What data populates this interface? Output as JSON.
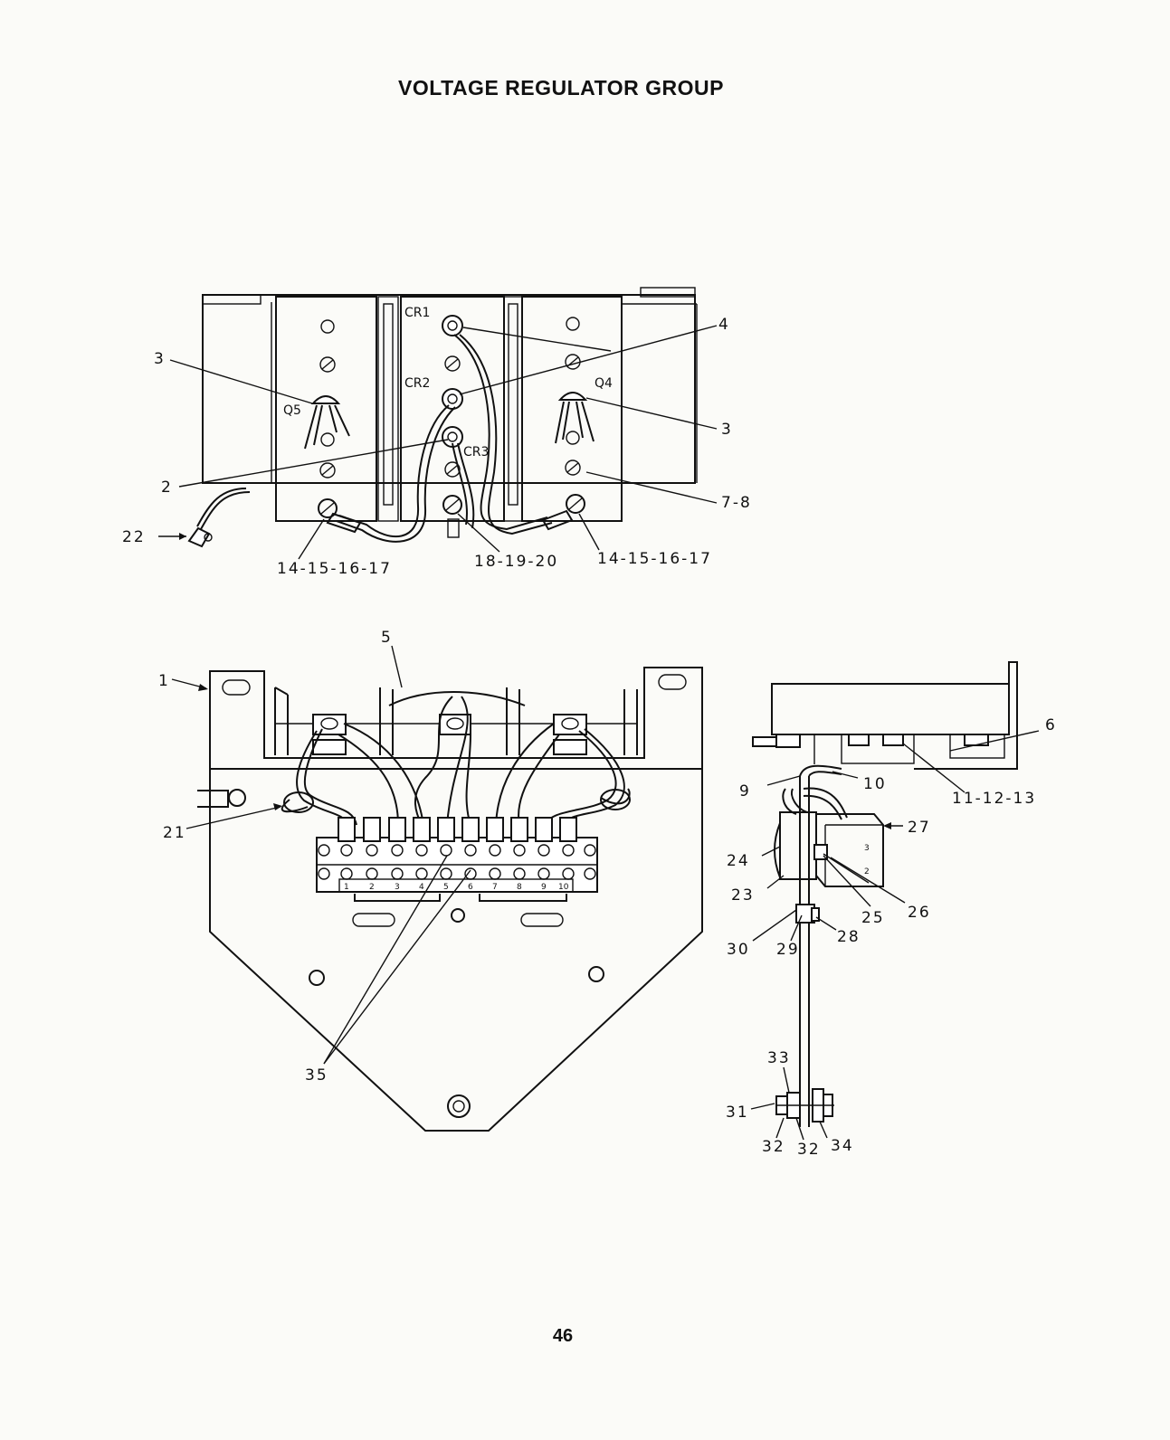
{
  "page": {
    "title": "VOLTAGE REGULATOR GROUP",
    "page_number": "46"
  },
  "top_view": {
    "component_marks": [
      "CR1",
      "CR2",
      "CR3",
      "Q5",
      "Q4"
    ],
    "callouts": [
      "3",
      "4",
      "3",
      "2",
      "7-8",
      "22",
      "14-15-16-17",
      "18-19-20",
      "14-15-16-17"
    ]
  },
  "front_view": {
    "callouts": [
      "5",
      "1",
      "21",
      "35"
    ],
    "terminal_numbers": [
      "1",
      "2",
      "3",
      "4",
      "5",
      "6",
      "7",
      "8",
      "9",
      "10"
    ]
  },
  "side_view": {
    "callouts": [
      "6",
      "9",
      "10",
      "11-12-13",
      "27",
      "24",
      "23",
      "25",
      "26",
      "28",
      "29",
      "30",
      "33",
      "31",
      "32",
      "32",
      "34"
    ],
    "terminal_marks": [
      "3",
      "2"
    ]
  }
}
